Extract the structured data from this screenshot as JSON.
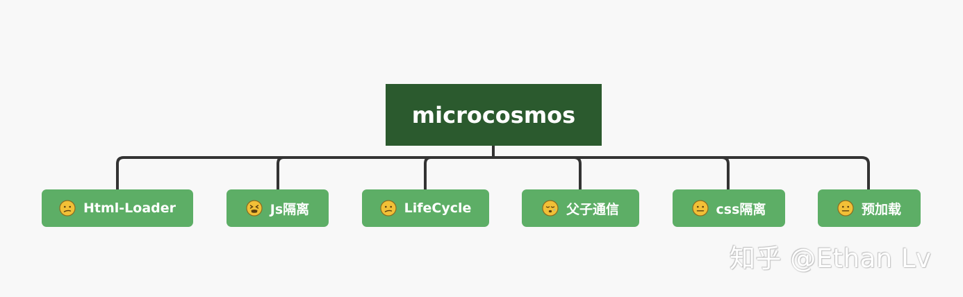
{
  "root": {
    "label": "microcosmos"
  },
  "children": [
    {
      "label": "Html-Loader",
      "icon": "confused-face-icon"
    },
    {
      "label": "Js隔离",
      "icon": "tired-face-icon"
    },
    {
      "label": "LifeCycle",
      "icon": "confused-face-icon"
    },
    {
      "label": "父子通信",
      "icon": "sleepy-face-icon"
    },
    {
      "label": "css隔离",
      "icon": "neutral-face-icon"
    },
    {
      "label": "预加载",
      "icon": "neutral-face-icon"
    }
  ],
  "watermark": "知乎 @Ethan Lv",
  "colors": {
    "background": "#f8f8f8",
    "root_fill": "#2b5a2e",
    "child_fill": "#5dae66",
    "connector": "#333333",
    "emoji_face": "#f2c037",
    "emoji_outline": "#8a6b1f"
  }
}
